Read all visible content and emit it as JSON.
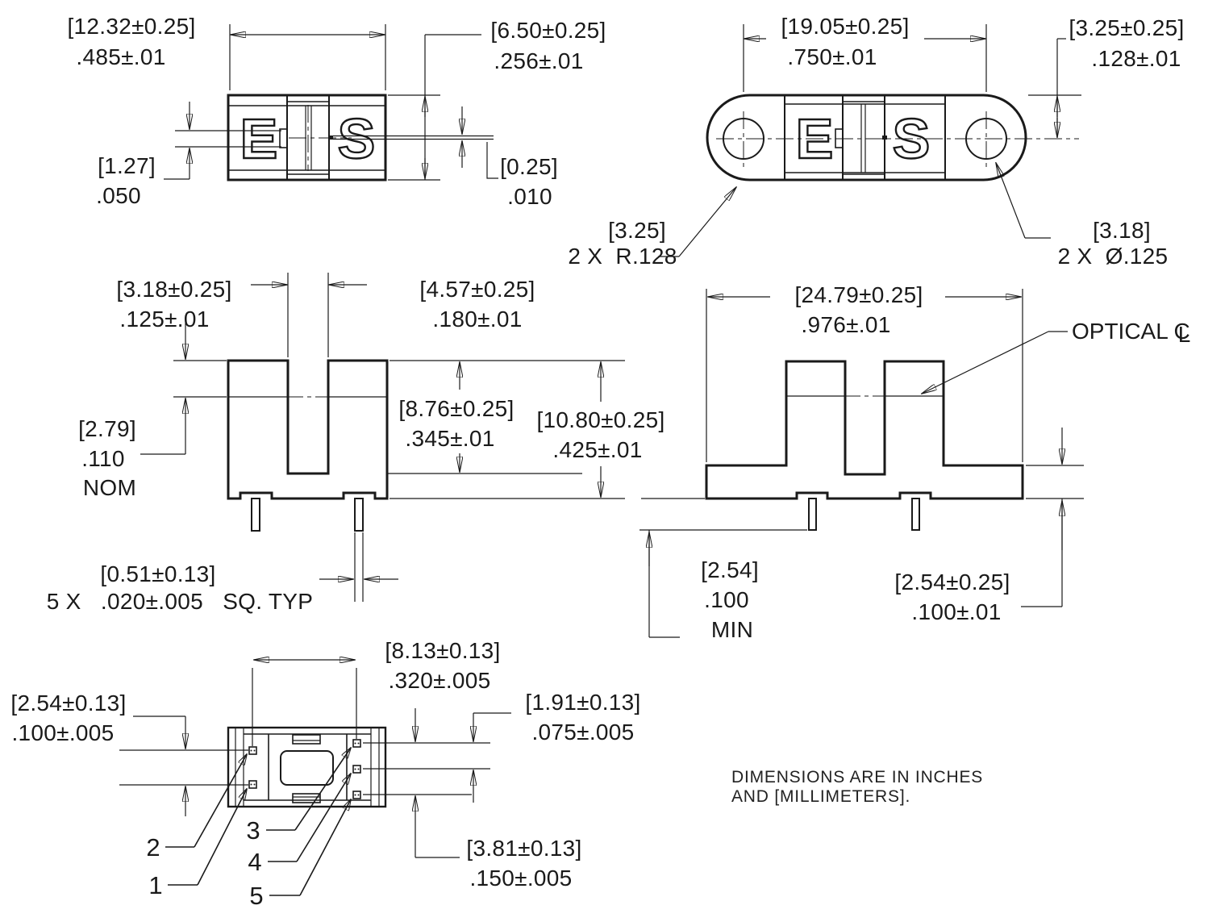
{
  "front_view": {
    "letter_e": "E",
    "letter_s": "S",
    "width": {
      "mm": "[12.32±0.25]",
      "in": ".485±.01"
    },
    "height": {
      "mm": "[6.50±0.25]",
      "in": ".256±.01"
    },
    "offset": {
      "mm": "[1.27]",
      "in": ".050"
    },
    "gap": {
      "mm": "[0.25]",
      "in": ".010"
    }
  },
  "top_view": {
    "letter_e": "E",
    "letter_s": "S",
    "hole_spacing": {
      "mm": "[19.05±0.25]",
      "in": ".750±.01"
    },
    "edge_to_center": {
      "mm": "[3.25±0.25]",
      "in": ".128±.01"
    },
    "end_radius": {
      "mm": "[3.25]",
      "in": "2 X  R.128"
    },
    "hole_diameter": {
      "mm": "[3.18]",
      "in": "2 X  Ø.125"
    }
  },
  "side_view": {
    "slot_width": {
      "mm": "[3.18±0.25]",
      "in": ".125±.01"
    },
    "tower_width": {
      "mm": "[4.57±0.25]",
      "in": ".180±.01"
    },
    "optical_depth": {
      "mm": "[2.79]",
      "in": ".110",
      "note": "NOM"
    },
    "slot_depth": {
      "mm": "[8.76±0.25]",
      "in": ".345±.01"
    },
    "overall_height": {
      "mm": "[10.80±0.25]",
      "in": ".425±.01"
    },
    "pin_size": {
      "mm": "[0.51±0.13]",
      "in": "5 X   .020±.005   SQ. TYP"
    }
  },
  "section_view": {
    "overall_width": {
      "mm": "[24.79±0.25]",
      "in": ".976±.01"
    },
    "optical_cl": {
      "text": "OPTICAL ",
      "c": "C",
      "l": "L"
    },
    "standoff": {
      "mm": "[2.54]",
      "in": ".100",
      "note": "MIN"
    },
    "base_height": {
      "mm": "[2.54±0.25]",
      "in": ".100±.01"
    }
  },
  "bottom_view": {
    "col_spacing": {
      "mm": "[8.13±0.13]",
      "in": ".320±.005"
    },
    "left_pitch": {
      "mm": "[2.54±0.13]",
      "in": ".100±.005"
    },
    "right_pitch": {
      "mm": "[1.91±0.13]",
      "in": ".075±.005"
    },
    "right_span": {
      "mm": "[3.81±0.13]",
      "in": ".150±.005"
    },
    "pin_numbers": [
      "1",
      "2",
      "3",
      "4",
      "5"
    ]
  },
  "notes": {
    "line1": "DIMENSIONS ARE IN INCHES",
    "line2": "AND [MILLIMETERS]."
  }
}
